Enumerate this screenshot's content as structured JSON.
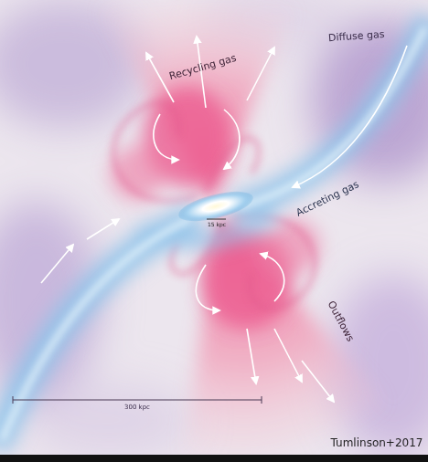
{
  "diagram": {
    "labels": [
      "Diffuse gas",
      "Recycling gas",
      "Accreting gas",
      "15 kpc",
      "Outflows",
      "300 kpc",
      "Tumlinson+2017"
    ]
  }
}
